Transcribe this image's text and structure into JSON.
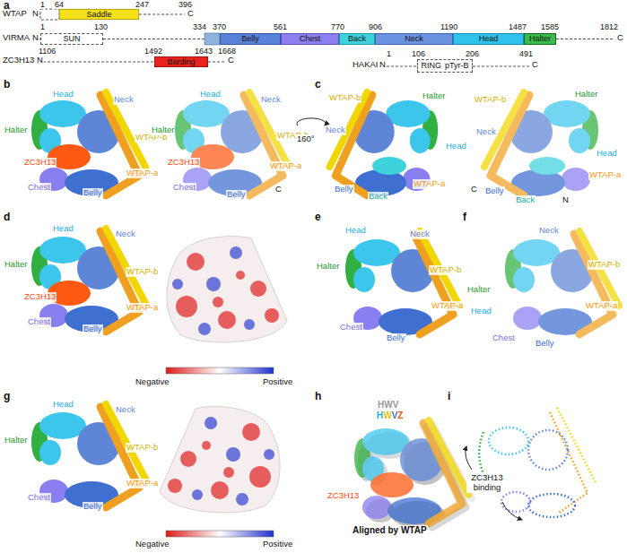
{
  "diagram": {
    "nodes": [
      {
        "text": [
          "Saddle"
        ]
      },
      {
        "text": [
          "SUN"
        ]
      },
      {
        "text": [
          "Belly"
        ]
      },
      {
        "text": [
          "Chest"
        ]
      },
      {
        "text": [
          "Back"
        ]
      },
      {
        "text": [
          "Neck"
        ]
      },
      {
        "text": [
          "Head"
        ]
      },
      {
        "text": [
          "Halter"
        ]
      },
      {
        "text": [
          "Barding"
        ]
      },
      {
        "text": [
          "RING",
          "pTyr-B"
        ]
      }
    ],
    "labels": [
      "a",
      "WTAP",
      "1",
      "64",
      "247",
      "396",
      "N",
      "C",
      "VIRMA",
      "1",
      "130",
      "334",
      "370",
      "561",
      "770",
      "906",
      "1190",
      "1487",
      "1585",
      "1812",
      "N",
      "C",
      "ZC3H13",
      "1106",
      "1492",
      "1643",
      "1668",
      "N",
      "C",
      "HAKAI",
      "1",
      "106",
      "206",
      "491",
      "N",
      "C",
      "b",
      "Head",
      "Neck",
      "Halter",
      "WTAP-b",
      "ZC3H13",
      "WTAP-a",
      "Chest",
      "Belly",
      "Head",
      "Neck",
      "Halter",
      "WTAP-b",
      "ZC3H13",
      "WTAP-a",
      "Chest",
      "Belly",
      "C",
      "c",
      "160°",
      "WTAP-b",
      "Halter",
      "Neck",
      "Head",
      "WTAP-a",
      "Belly",
      "Back",
      "Halter",
      "WTAP-b",
      "Neck",
      "Head",
      "WTAP-a",
      "C",
      "Belly",
      "Back",
      "N",
      "d",
      "Head",
      "Halter",
      "Neck",
      "ZC3H13",
      "WTAP-b",
      "Chest",
      "Belly",
      "WTAP-a",
      "Negative",
      "Positive",
      "e",
      "Halter",
      "Head",
      "Neck",
      "WTAP-b",
      "WTAP-a",
      "Chest",
      "Belly",
      "f",
      "Neck",
      "WTAP-b",
      "Halter",
      "Head",
      "WTAP-a",
      "Chest",
      "Belly",
      "g",
      "Head",
      "Halter",
      "Neck",
      "WTAP-b",
      "WTAP-a",
      "Chest",
      "Belly",
      "Negative",
      "Positive",
      "h",
      "HWV",
      "HWVZ",
      "ZC3H13",
      "Aligned by WTAP",
      "i",
      "ZC3H13 binding"
    ]
  }
}
